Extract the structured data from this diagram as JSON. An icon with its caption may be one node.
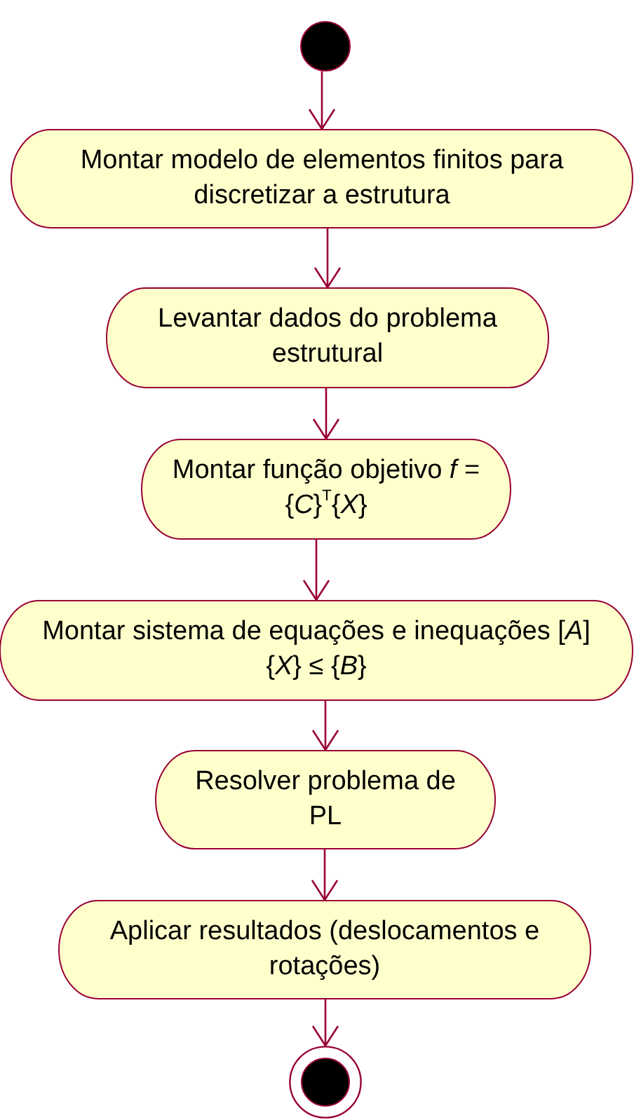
{
  "diagram": {
    "nodes": [
      {
        "text": [],
        "shape": "circle"
      },
      {
        "text": [
          "Montar modelo de elementos finitos para discretizar a estrutura"
        ]
      },
      {
        "text": [
          "Levantar dados do problema estrutural"
        ]
      },
      {
        "text": [
          "Montar função objetivo *f* = {*C*}$^{T}${*X*}"
        ]
      },
      {
        "text": [
          "Montar sistema de equações e inequações [*A*] {*X*} ≤ {*B*}"
        ]
      },
      {
        "text": [
          "Resolver problema de PL"
        ]
      },
      {
        "text": [
          "Aplicar resultados (deslocamentos e rotações)"
        ]
      },
      {
        "text": [],
        "shape": "bullseye"
      }
    ],
    "edges": [
      {
        "from": 0,
        "to": 1,
        "arrow": "to"
      },
      {
        "from": 1,
        "to": 2,
        "arrow": "to"
      },
      {
        "from": 2,
        "to": 3,
        "arrow": "to"
      },
      {
        "from": 3,
        "to": 4,
        "arrow": "to"
      },
      {
        "from": 4,
        "to": 5,
        "arrow": "to"
      },
      {
        "from": 5,
        "to": 6,
        "arrow": "to"
      },
      {
        "from": 6,
        "to": 7,
        "arrow": "to"
      }
    ]
  }
}
